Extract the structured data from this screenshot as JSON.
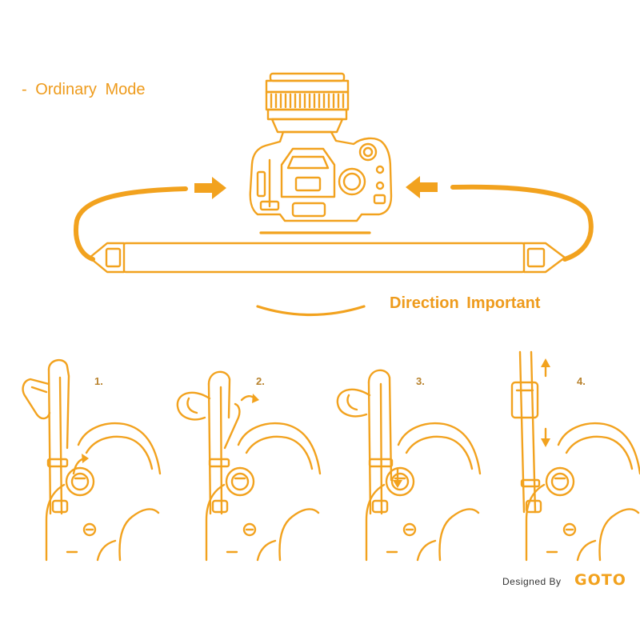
{
  "headings": {
    "mode": "- Ordinary Mode",
    "direction": "Direction Important"
  },
  "steps": [
    {
      "number": "1."
    },
    {
      "number": "2."
    },
    {
      "number": "3."
    },
    {
      "number": "4."
    }
  ],
  "credit": {
    "designed_by": "Designed By",
    "brand": "GOTO"
  },
  "colors": {
    "line": "#F2A21E",
    "heading": "#EE9B1C",
    "step_number": "#B8822C",
    "credit_text": "#333333"
  },
  "icons": {
    "camera": "camera-illustration",
    "arrow_from_left": "arrow-right-icon",
    "arrow_from_right": "arrow-left-icon",
    "step_arrows": [
      "curved-arrow-icon",
      "arrow-down-icon",
      "arrow-up-icon"
    ]
  }
}
